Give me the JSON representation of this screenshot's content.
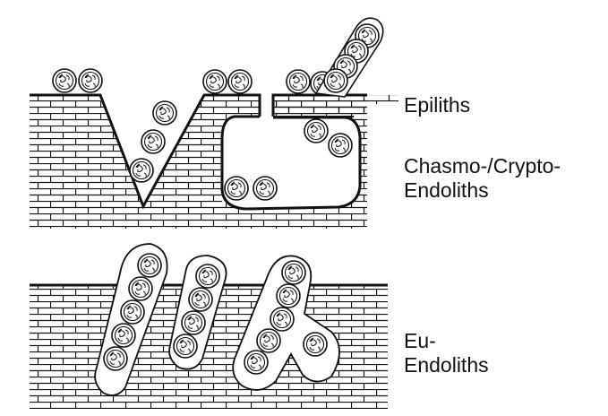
{
  "labels": {
    "epiliths": "Epiliths",
    "chasmo_line1": "Chasmo-/Crypto-",
    "chasmo_line2": "Endoliths",
    "eu_line1": "Eu-",
    "eu_line2": "Endoliths"
  },
  "colors": {
    "ink": "#111111",
    "background": "#ffffff"
  }
}
